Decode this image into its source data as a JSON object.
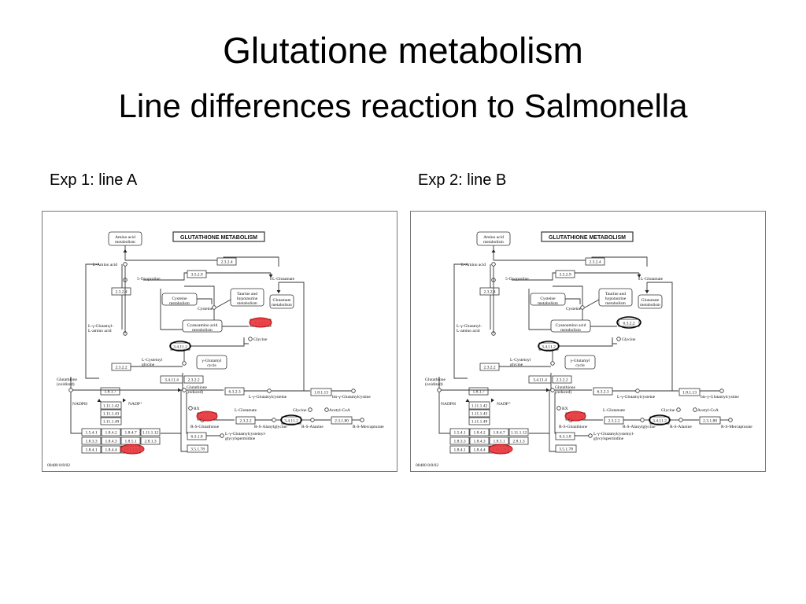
{
  "slide": {
    "title": "Glutatione metabolism",
    "subtitle": "Line differences reaction to Salmonella"
  },
  "panels": [
    {
      "label": "Exp 1: line A"
    },
    {
      "label": "Exp 2: line B"
    }
  ],
  "map": {
    "header": "GLUTATHIONE METABOLISM",
    "footer": "00480 8/8/02",
    "compounds": {
      "amino_acid_metabolism": [
        "Amino acid",
        "metabolism"
      ],
      "l_amino_acid": "L-Amino acid",
      "s_oxoproline": "5-Oxoproline",
      "l_glutamate": "L-Glutamate",
      "cysteine_metabolism": [
        "Cysteine",
        "metabolism"
      ],
      "taurine": [
        "Taurine and",
        "hypotaurine",
        "metabolism"
      ],
      "glutamate_metabolism": [
        "Glutamate",
        "metabolism"
      ],
      "cysteine": "Cysteine",
      "cyanoamino": [
        "Cyanoamino acid",
        "metabolism"
      ],
      "glycine": "Glycine",
      "glutamyl_amino_acid": [
        "L-γ-Glutamyl-",
        "L-amino acid"
      ],
      "l_cysteinyl_glycine": [
        "L-Cysteinyl",
        "glycine"
      ],
      "glutamyl_cycle": [
        "γ-Glutamyl",
        "cycle"
      ],
      "glutathione_oxidized": [
        "Glutathione",
        "(oxidized)"
      ],
      "nadph": "NADPH",
      "nadp": "NADP⁺",
      "glutathione_reduced": [
        "Glutathione",
        "(reduced)"
      ],
      "glutamylcysteine": "L-γ-Glutamylcysteine",
      "bis_glutamylcystine": "bis-γ-Glutamylcystine",
      "rx": "RX",
      "r_s_glutathione": "R-S-Glutathione",
      "r_s_alanylglycine": "R-S-Alanylglycine",
      "l_glutamate2": "L-Glutamate",
      "glycine2": "Glycine",
      "acetyl_coa": "Acetyl-CoA",
      "r_s_alanine": "R-S-Alanine",
      "r_s_mercapturate": "R-S-Mercapturate",
      "glutamylcysteinyl_glycylspermidine": [
        "L-γ-Glutamylcysteinyl-",
        "glycylspermidine"
      ]
    },
    "enzymes": {
      "e2324a": "2.3.2.4",
      "e3529": "3.5.2.9",
      "e2324b": "2.3.2.4",
      "e6322": "6.3.2.2",
      "e3411": "3.4.11.2",
      "e2322a": "2.3.2.2",
      "e34114": "3.4.11.4",
      "e2322b": "2.3.2.2",
      "e6323": "6.3.2.3",
      "e18113": "1.8.1.13",
      "e1817": "1.8.1.7",
      "e11142": "1.11.1.42",
      "e11143": "1.11.1.43",
      "e11149": "1.11.1.49",
      "e2518": "2.5.1.18",
      "e2322c": "2.3.2.2",
      "e3411b": "3.4.11.2",
      "e23180": "2.3.1.80",
      "e6318": "6.3.1.8",
      "e35178": "3.5.1.78",
      "grid": [
        [
          "1.5.4.1",
          "1.8.4.2",
          "1.8.4.7",
          "1.11.1.12"
        ],
        [
          "1.8.3.3",
          "1.8.4.3",
          "1.8.5.1",
          "2.8.1.3"
        ],
        [
          "1.8.4.1",
          "1.8.4.4",
          "1.11.1.9",
          ""
        ]
      ]
    }
  },
  "colors": {
    "highlight_red": "#e8333a",
    "highlight_ring": "#000000"
  }
}
